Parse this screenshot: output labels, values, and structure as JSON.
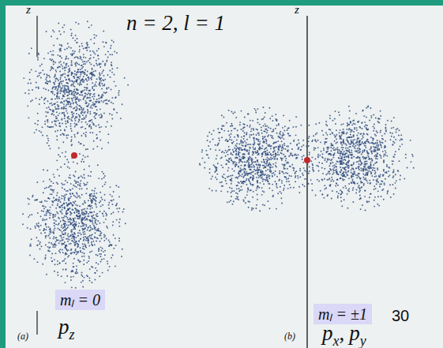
{
  "diagram": {
    "title": "n = 2, l = 1",
    "nodes": [
      {
        "text": [
          "mₗ = 0"
        ]
      },
      {
        "text": [
          "mₗ = ±1"
        ]
      }
    ],
    "labels": [
      "z",
      "(a)",
      "p",
      "z",
      "z",
      "(b)",
      "p",
      "x",
      ",",
      "p",
      "y",
      "30"
    ]
  }
}
